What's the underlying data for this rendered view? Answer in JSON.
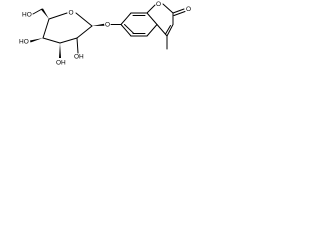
{
  "molecule": {
    "labels": {
      "ring_oxygen_glucose": "O",
      "glycosidic_oxygen": "O",
      "ring_oxygen_coumarin": "O",
      "carbonyl_oxygen": "O",
      "hydroxymethyl": "HO",
      "hydroxyl_c4": "HO",
      "hydroxyl_c3": "OH",
      "hydroxyl_c2": "OH"
    },
    "colors": {
      "bond": "#000000",
      "label": "#000000"
    }
  }
}
